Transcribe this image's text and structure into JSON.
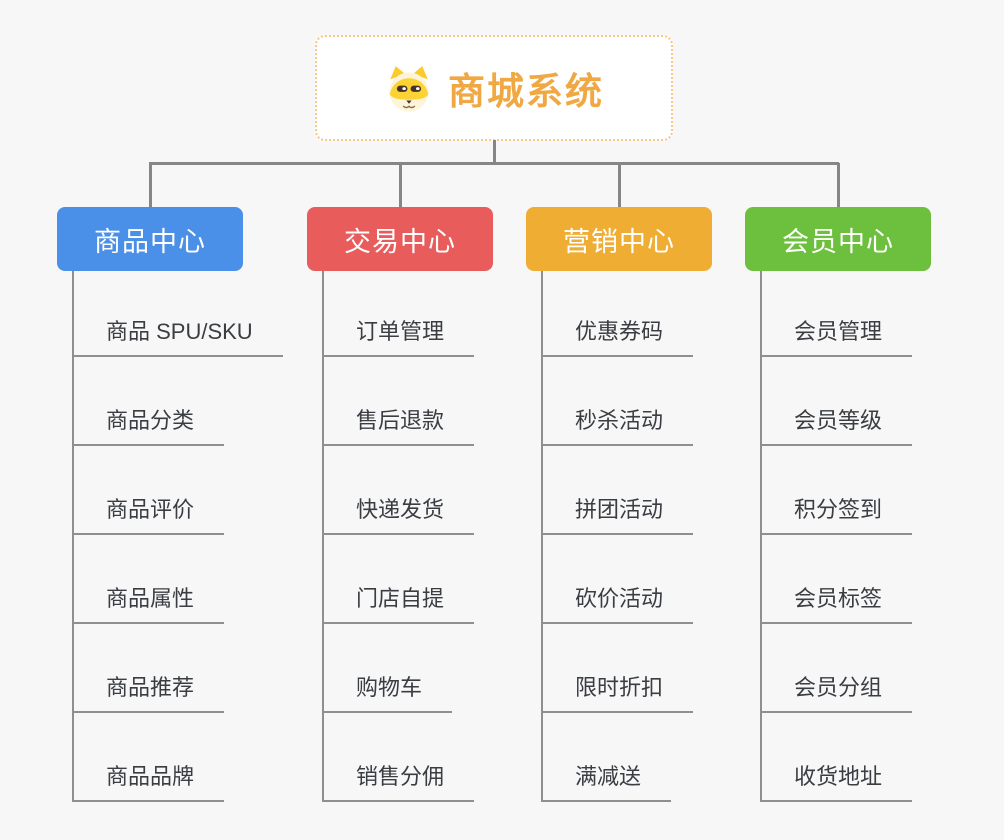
{
  "page": {
    "background": "#f7f7f7",
    "connector_color": "#868686",
    "underline_color": "#8f8f8f",
    "child_text_color": "#3a3d42"
  },
  "root": {
    "title": "商城系统",
    "icon": "dog-face-icon",
    "text_color": "#f0a843",
    "border_color": "#f5c888",
    "background": "#ffffff"
  },
  "branches": [
    {
      "label": "商品中心",
      "color": "#4b90e8",
      "children": [
        "商品 SPU/SKU",
        "商品分类",
        "商品评价",
        "商品属性",
        "商品推荐",
        "商品品牌"
      ]
    },
    {
      "label": "交易中心",
      "color": "#e85d5b",
      "children": [
        "订单管理",
        "售后退款",
        "快递发货",
        "门店自提",
        "购物车",
        "销售分佣"
      ]
    },
    {
      "label": "营销中心",
      "color": "#efad33",
      "children": [
        "优惠券码",
        "秒杀活动",
        "拼团活动",
        "砍价活动",
        "限时折扣",
        "满减送"
      ]
    },
    {
      "label": "会员中心",
      "color": "#6dc03d",
      "children": [
        "会员管理",
        "会员等级",
        "积分签到",
        "会员标签",
        "会员分组",
        "收货地址"
      ]
    }
  ]
}
